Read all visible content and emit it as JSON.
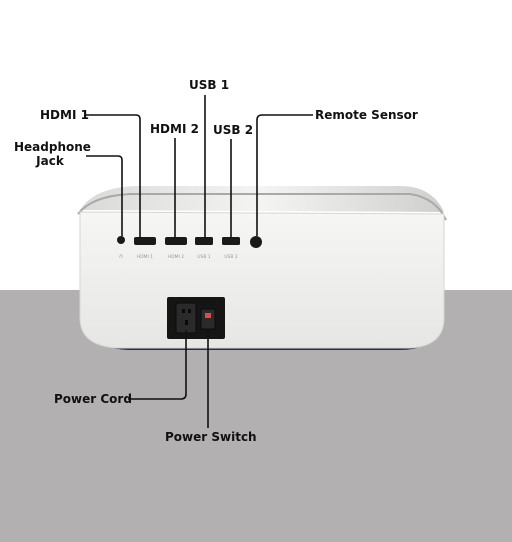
{
  "labels": {
    "headphone": "Headphone Jack",
    "hdmi1": "HDMI 1",
    "hdmi2": "HDMI 2",
    "usb1": "USB 1",
    "usb2": "USB 2",
    "remote": "Remote Sensor",
    "power_cord": "Power Cord",
    "power_switch": "Power Switch"
  },
  "port_marks": {
    "headphone": "∩",
    "hdmi1": "HDMI 1",
    "hdmi2": "HDMI 2",
    "usb1": "USB 1",
    "usb2": "USB 2"
  },
  "colors": {
    "background": "#ffffff",
    "floor": "#b3b0b1",
    "device_body": "#f2f2f0",
    "device_top": "#e9e9e7",
    "device_base": "#2c2e44",
    "port": "#1a1a1a",
    "leader_line": "#111111"
  }
}
